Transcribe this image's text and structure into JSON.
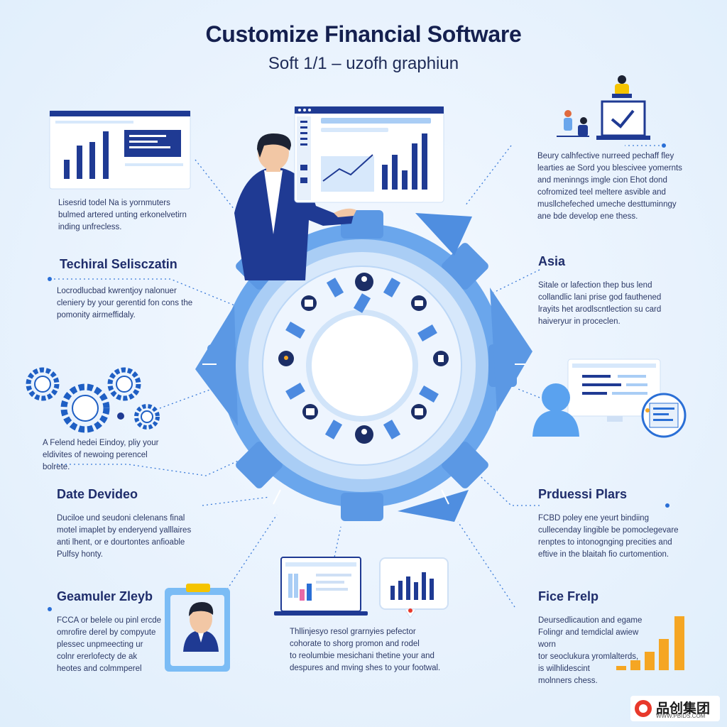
{
  "title": "Customize Financial Software",
  "subtitle": "Soft 1/1 – uzofh graphiun",
  "sections": {
    "top_left": {
      "body": [
        "Lisesrid todel Na is yornmuters",
        "bulmed artered unting erkonelvetirn",
        "inding unfrecless."
      ]
    },
    "technical": {
      "heading": "Techiral Selisczatin",
      "body": [
        "Locrodlucbad kwrentjoy nalonuer",
        "cleniery by your gerentid fon cons the",
        "pomonity airmeffidaly."
      ]
    },
    "gears": {
      "body": [
        "A Felend hedei Eindoy, pliy your",
        "eldivites of newoing perencel",
        "bolrete."
      ]
    },
    "date": {
      "heading": "Date Devideo",
      "body": [
        "Duciloe und seudoni clelenans final",
        "motel imaplet by enderyend yalllaires",
        "anti lhent, or e dourtontes anfioable",
        "Pulfsy honty."
      ]
    },
    "gamuler": {
      "heading": "Geamuler Zleyb",
      "body": [
        "FCCA or belele ou pinl ercde",
        "omrofire derel by compyute",
        "plessec unpmeecting ur",
        "colnr ererlofecty de ak",
        "heotes and colmmperel"
      ]
    },
    "bottom_center": {
      "body": [
        "Thllinjesyo resol grarnyies pefector",
        "cohorate to shorg promon and rodel",
        "to reolumbie mesichani thetine your and",
        "despures and mving shes to your footwal."
      ]
    },
    "top_right": {
      "body": [
        "Beury calhfective nurreed pechaff fley",
        "learties ae Sord you blescivee yomernts",
        "and meninngs imgle cion Ehot dond",
        "cofromized teel meltere asvible and",
        "musllchefeched umeche desttuminngy",
        "ane bde develop ene thess."
      ]
    },
    "asia": {
      "heading": "Asia",
      "body": [
        "Sitale or lafection thep bus lend",
        "collandlic lani prise god fauthened",
        "lrayits het arodlscntlection su card",
        "haiveryur in proceclen."
      ]
    },
    "produeasi": {
      "heading": "Prduessi Plars",
      "body": [
        "FCBD poley ene yeurt bindiing",
        "cullecenday lingible be pomoclegevare",
        "renptes to intonognging precities and",
        "eftive in the blaitah fio curtomention."
      ]
    },
    "fice": {
      "heading": "Fice Frelp",
      "body": [
        "Deursedlicaution and egame",
        "Folingr and temdiclal awiew worn",
        "tor seoclukura yromlalterds,",
        "is wilhlidescint",
        "molnners chess."
      ]
    }
  },
  "logo": {
    "name": "品创集团",
    "url": "WWW.PBIDS.COM"
  },
  "colors": {
    "navy": "#1f3a93",
    "accent_blue": "#2a6fd6",
    "light_blue": "#a9cdf5",
    "gear_blue": "#6aa6ec",
    "orange": "#f5a623",
    "background": "#eaf3fc"
  }
}
